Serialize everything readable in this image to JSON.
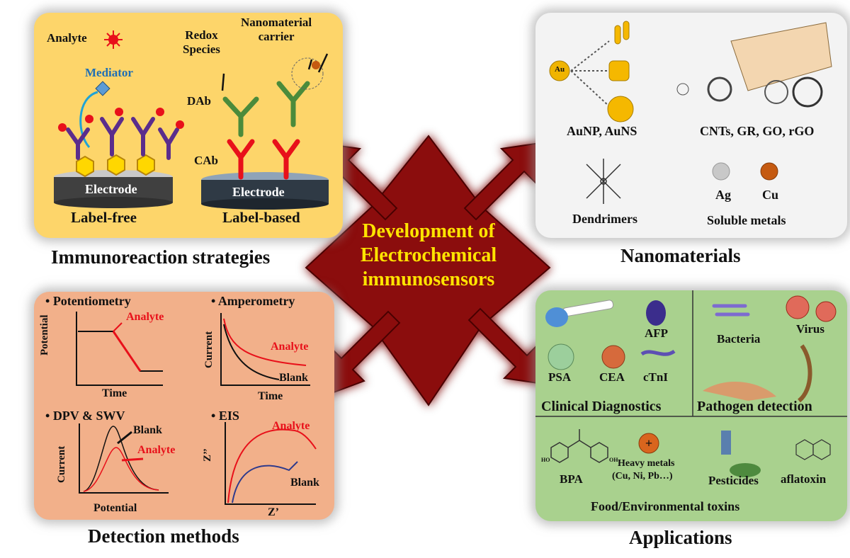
{
  "center": {
    "line1": "Development  of",
    "line2": "Electrochemical",
    "line3": "immunosensors"
  },
  "immunoreaction": {
    "caption": "Immunoreaction strategies",
    "analyte": "Analyte",
    "mediator": "Mediator",
    "redox": "Redox\nSpecies",
    "nanocarrier": "Nanomaterial\ncarrier",
    "dab": "DAb",
    "cab": "CAb",
    "electrode": "Electrode",
    "label_free": "Label-free",
    "label_based": "Label-based"
  },
  "nanomaterials": {
    "caption": "Nanomaterials",
    "au": "Au",
    "aunp": "AuNP, AuNS",
    "cnts": "CNTs, GR, GO, rGO",
    "dendrimers": "Dendrimers",
    "ag": "Ag",
    "cu": "Cu",
    "soluble": "Soluble metals"
  },
  "detection": {
    "caption": "Detection methods",
    "potentiometry": "Potentiometry",
    "amperometry": "Amperometry",
    "dpv": "DPV & SWV",
    "eis": "EIS",
    "potential": "Potential",
    "time": "Time",
    "current": "Current",
    "analyte": "Analyte",
    "blank": "Blank",
    "zpp": "Z’’",
    "zp": "Z’"
  },
  "applications": {
    "caption": "Applications",
    "afp": "AFP",
    "psa": "PSA",
    "cea": "CEA",
    "ctni": "cTnI",
    "clinical": "Clinical  Diagnostics",
    "bacteria": "Bacteria",
    "virus": "Virus",
    "pathogen": "Pathogen detection",
    "bpa": "BPA",
    "heavy": "Heavy metals",
    "heavy_list": "(Cu, Ni, Pb…)",
    "pesticides": "Pesticides",
    "aflatoxin": "aflatoxin",
    "food": "Food/Environmental toxins",
    "ho": "HO",
    "oh": "OH"
  },
  "colors": {
    "arrow": "#8b0b0f",
    "center_text": "#ffe400",
    "analyte_red": "#e8101a",
    "mediator_blue": "#1f6fb5"
  }
}
